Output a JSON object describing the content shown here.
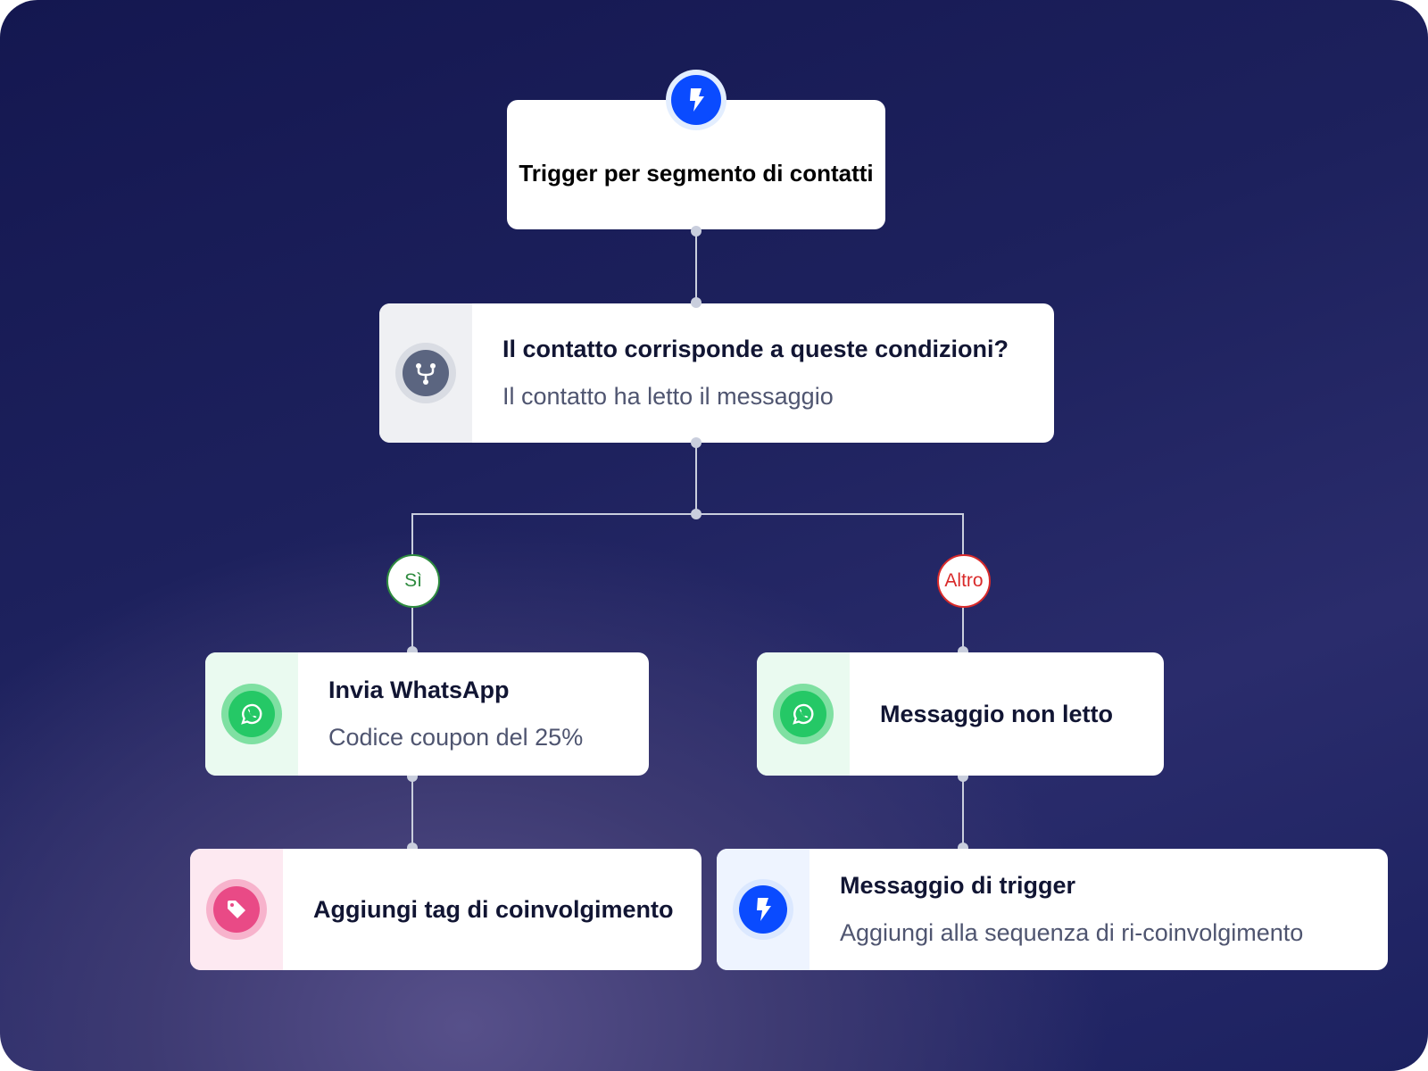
{
  "nodes": {
    "trigger": {
      "title": "Trigger per segmento di contatti",
      "icon": "lightning-icon"
    },
    "condition": {
      "title": "Il contatto corrisponde a queste condizioni?",
      "subtitle": "Il contatto ha letto il messaggio",
      "icon": "branch-icon"
    },
    "whatsapp": {
      "title": "Invia WhatsApp",
      "subtitle": "Codice coupon del 25%",
      "icon": "whatsapp-icon"
    },
    "unread": {
      "title": "Messaggio non letto",
      "icon": "whatsapp-icon"
    },
    "tag": {
      "title": "Aggiungi tag di coinvolgimento",
      "icon": "tag-icon"
    },
    "trigger_message": {
      "title": "Messaggio di trigger",
      "subtitle": "Aggiungi alla sequenza di ri-coinvolgimento",
      "icon": "lightning-icon"
    }
  },
  "branches": {
    "yes": "Sì",
    "other": "Altro"
  },
  "colors": {
    "blue": "#0a4bff",
    "green": "#25d366",
    "pink": "#e94a86",
    "gray": "#5b6580",
    "yes": "#2e8b3f",
    "other": "#d92a2a"
  }
}
